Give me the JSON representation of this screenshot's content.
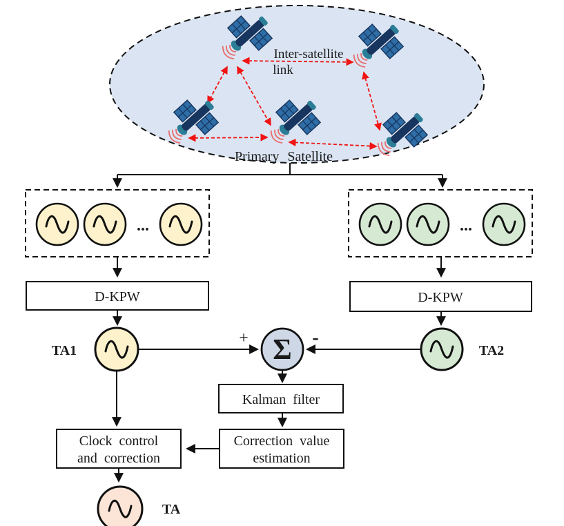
{
  "figure": {
    "constellation": {
      "inter_satellite_line1": "Inter-satellite",
      "inter_satellite_line2": "link",
      "primary_satellite": "Primary Satellite"
    },
    "left": {
      "dots": "...",
      "dkpw": "D-KPW",
      "ta1": "TA1"
    },
    "right": {
      "dots": "...",
      "dkpw": "D-KPW",
      "ta2": "TA2"
    },
    "fusion": {
      "plus": "+",
      "minus": "-",
      "sigma": "Σ",
      "kalman": "Kalman filter",
      "correction_line1": "Correction value",
      "correction_line2": "estimation",
      "clock_line1": "Clock control",
      "clock_line2": "and correction",
      "ta": "TA"
    },
    "icons": {
      "satellite": "satellite-icon",
      "oscillator": "sine-oscillator-icon",
      "signal": "radio-waves-icon"
    },
    "colors": {
      "ellipse_fill": "#dbe4f2",
      "osc_yellow": "#fdf2cc",
      "osc_green": "#d6ead3",
      "sigma_fill": "#cdd7e6",
      "ta_fill": "#fce4d6",
      "link_red": "#f01414",
      "sat_body": "#17355e",
      "sat_panel": "#2e6da6",
      "sat_dish": "#2c7d96",
      "line": "#111111"
    }
  }
}
